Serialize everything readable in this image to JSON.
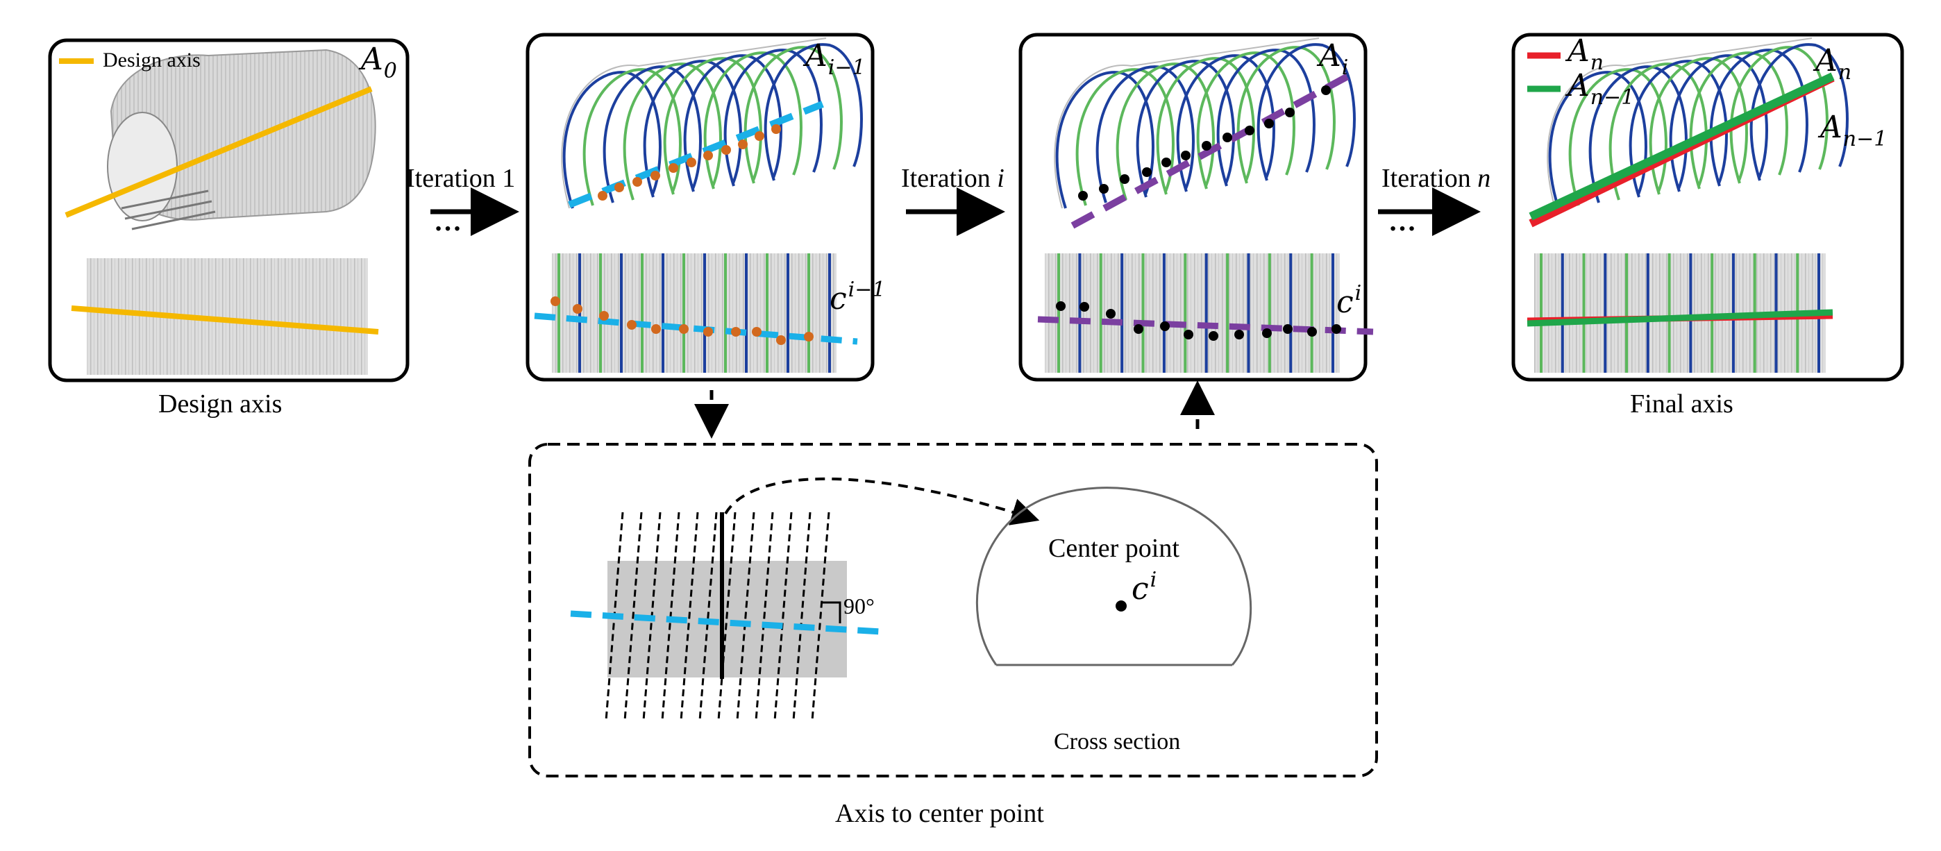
{
  "panels": {
    "design": {
      "caption": "Design axis",
      "legend": "Design axis",
      "symbol": "A",
      "symbol_sub": "0",
      "axis_color": "#f5b800"
    },
    "iteration_prev": {
      "symbol": "A",
      "symbol_sub": "i−1",
      "center": "c",
      "center_sup": "i−1",
      "axis_color": "#1ab0e8",
      "point_color": "#d2691e"
    },
    "iteration_i": {
      "symbol": "A",
      "symbol_sub": "i",
      "center": "c",
      "center_sup": "i",
      "axis_color": "#7b3fa0",
      "point_color": "#000000"
    },
    "final": {
      "caption": "Final axis",
      "legend_n": "A",
      "legend_n_sub": "n",
      "legend_n1": "A",
      "legend_n1_sub": "n−1",
      "label_n": "A",
      "label_n_sub": "n",
      "label_n1": "A",
      "label_n1_sub": "n−1",
      "color_n": "#e8202a",
      "color_n1": "#1fa64a"
    }
  },
  "arrows": {
    "iteration_1": {
      "word": "Iteration",
      "num": "1"
    },
    "iteration_i": {
      "word": "Iteration",
      "num": "i"
    },
    "iteration_n": {
      "word": "Iteration",
      "num": "n"
    },
    "ellipsis": "…"
  },
  "detail": {
    "caption": "Axis to center point",
    "angle": "90°",
    "center_label": "Center point",
    "center": "c",
    "center_sup": "i",
    "cross_section": "Cross section"
  },
  "ring_colors": {
    "blue": "#1c3f9e",
    "green": "#5cb85c"
  }
}
